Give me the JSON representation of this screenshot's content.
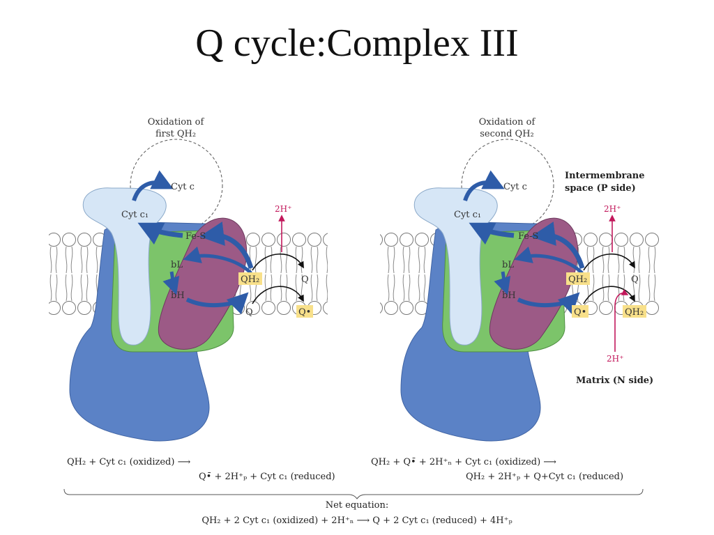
{
  "slide": {
    "title": "Q cycle:Complex III"
  },
  "left_panel": {
    "heading_line1": "Oxidation of",
    "heading_line2": "first QH₂",
    "cyt_c": "Cyt c",
    "cyt_c1": "Cyt c₁",
    "fes": "Fe-S",
    "bL": "bL",
    "bH": "bH",
    "proton_out": "2H⁺",
    "qh2": "QH₂",
    "q_top": "Q",
    "q_bottom": "Q",
    "q_radical": "Q•"
  },
  "right_panel": {
    "heading_line1": "Oxidation of",
    "heading_line2": "second QH₂",
    "cyt_c": "Cyt c",
    "cyt_c1": "Cyt c₁",
    "fes": "Fe-S",
    "bL": "bL",
    "bH": "bH",
    "proton_out": "2H⁺",
    "proton_in": "2H⁺",
    "qh2_top": "QH₂",
    "q_top": "Q",
    "q_radical": "Q•",
    "qh2_bottom": "QH₂"
  },
  "side_labels": {
    "intermembrane_line1": "Intermembrane",
    "intermembrane_line2": "space (P side)",
    "matrix": "Matrix (N side)"
  },
  "equations": {
    "left_line1": "QH₂ + Cyt c₁ (oxidized) ⟶",
    "left_line2": "Q•̄ + 2H⁺ₚ + Cyt c₁ (reduced)",
    "right_line1": "QH₂ + Q•̄ + 2H⁺ₙ + Cyt c₁ (oxidized) ⟶",
    "right_line2": "QH₂ + 2H⁺ₚ + Q+Cyt c₁ (reduced)",
    "net_label": "Net equation:",
    "net": "QH₂ + 2 Cyt c₁ (oxidized) + 2H⁺ₙ  ⟶  Q + 2 Cyt c₁ (reduced) + 4H⁺ₚ"
  },
  "colors": {
    "complex_body": "#5b82c6",
    "cyt_c1": "#d6e6f6",
    "green_subunit": "#7cc46a",
    "purple_subunit": "#9c5a86",
    "membrane": "#ffffff",
    "proton": "#c2185b",
    "arrow_blue": "#2e5ca8",
    "quinone_highlight": "#f8e08a"
  }
}
